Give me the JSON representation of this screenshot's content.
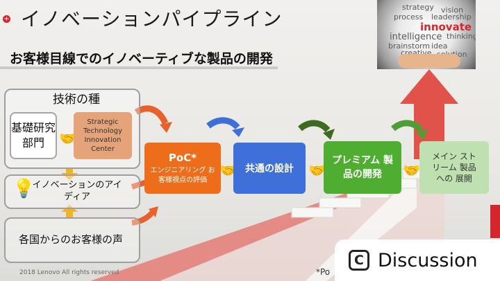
{
  "title": "イノベーションパイプライン",
  "subtitle": "お客様目線でのイノベーティブな製品の開発",
  "corner_words": [
    "strategy",
    "vision",
    "process",
    "leadership",
    "innovate",
    "intelligence",
    "thinking",
    "brainstorm",
    "idea",
    "creative",
    "solution"
  ],
  "seeds": {
    "heading": "技術の種",
    "basic_research": "基礎研究部門",
    "stic": "Strategic Technology Innovation Center"
  },
  "idea_label": "イノベーションのアイディア",
  "voice_label": "各国からのお客様の声",
  "steps": {
    "poc_title": "PoC*",
    "poc_sub": "エンジニアリング お客様視点の評価",
    "common_design": "共通の設計",
    "premium": "プレミアム 製品の開発",
    "mainstream": "メイン ストリーム 製品への 展開"
  },
  "footer": {
    "copyright": "2018 Lenovo All rights reserved",
    "note": "*Po"
  },
  "badge": {
    "icon": "C",
    "label": "Discussion"
  },
  "colors": {
    "accent_red": "#d5262e",
    "poc_orange": "#ee6d1a",
    "common_blue": "#3f6fd9",
    "premium_green": "#4fae31",
    "mainstream_green": "#bfe0b0",
    "stic_orange": "#e59a6a"
  }
}
